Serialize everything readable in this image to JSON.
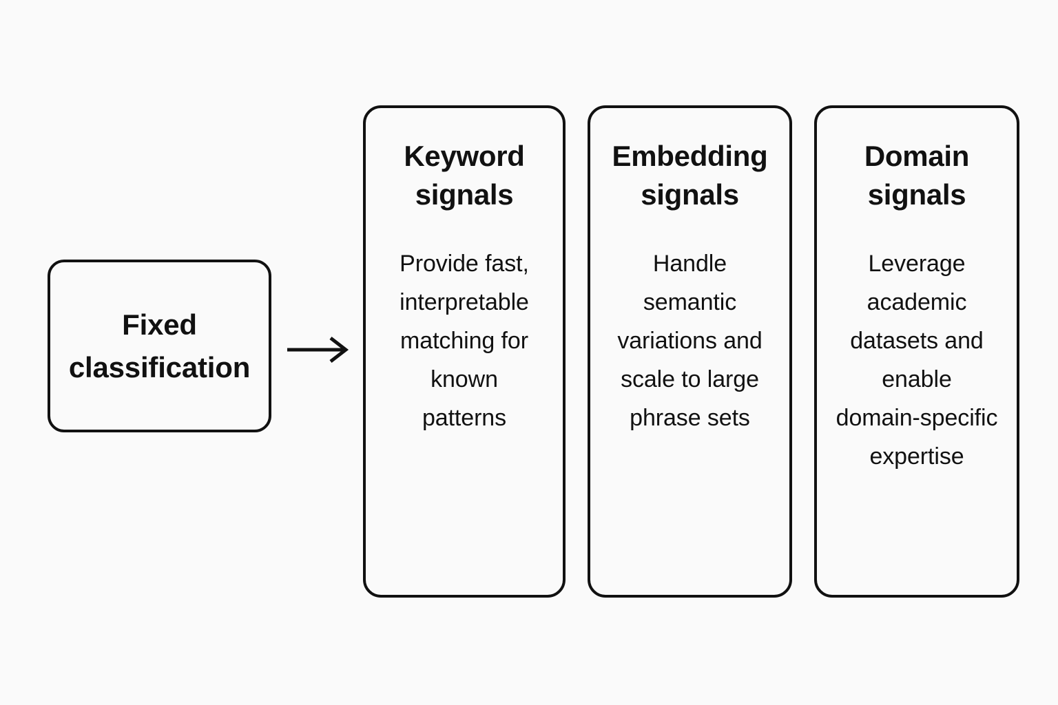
{
  "diagram": {
    "background_color": "#fafafa",
    "stroke_color": "#111111",
    "source": {
      "label": "Fixed\nclassification"
    },
    "connector": {
      "icon": "arrow-right-icon"
    },
    "cards": [
      {
        "title": "Keyword\nsignals",
        "body": "Provide fast,\ninterpretable\nmatching for\nknown\npatterns"
      },
      {
        "title": "Embedding\nsignals",
        "body": "Handle\nsemantic\nvariations and\nscale to large\nphrase sets"
      },
      {
        "title": "Domain\nsignals",
        "body": "Leverage\nacademic\ndatasets and\nenable\ndomain-specific\nexpertise"
      }
    ]
  }
}
